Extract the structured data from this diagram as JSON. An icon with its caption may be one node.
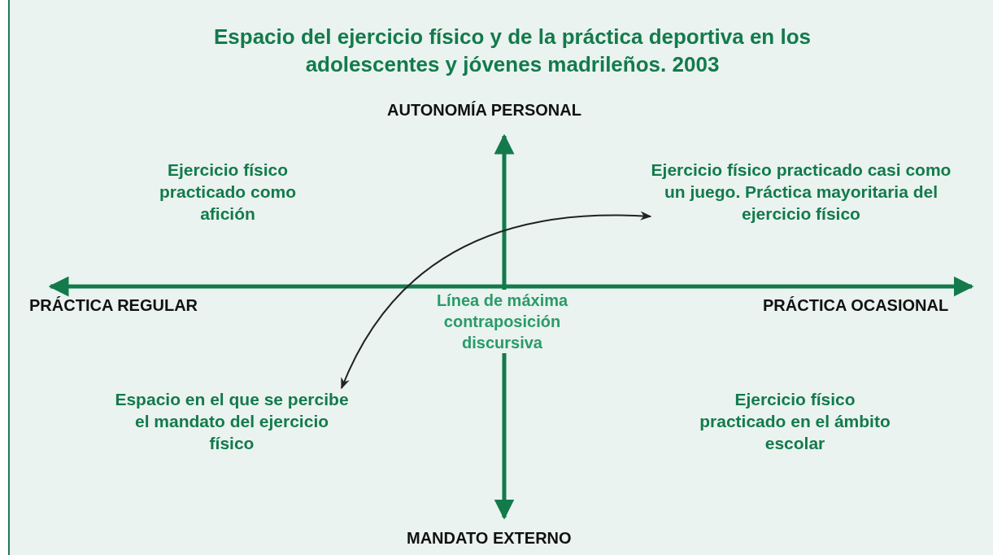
{
  "diagram": {
    "title": "Espacio del ejercicio físico y de la práctica deportiva en los adolescentes y jóvenes madrileños. 2003",
    "nodes": [
      {
        "text": [
          "Ejercicio físico practicado como afición"
        ]
      },
      {
        "text": [
          "Ejercicio físico practicado casi como un juego. Práctica mayoritaria del ejercicio físico"
        ]
      },
      {
        "text": [
          "Espacio en el que se percibe el mandato del ejercicio físico"
        ]
      },
      {
        "text": [
          "Ejercicio físico practicado en el ámbito escolar"
        ]
      }
    ],
    "edges": [
      {
        "from": 2,
        "to": 1,
        "arrow": "both",
        "label": "Línea de máxima contraposición discursiva"
      }
    ],
    "labels": [
      "AUTONOMÍA PERSONAL",
      "PRÁCTICA REGULAR",
      "PRÁCTICA OCASIONAL",
      "MANDATO EXTERNO"
    ]
  }
}
